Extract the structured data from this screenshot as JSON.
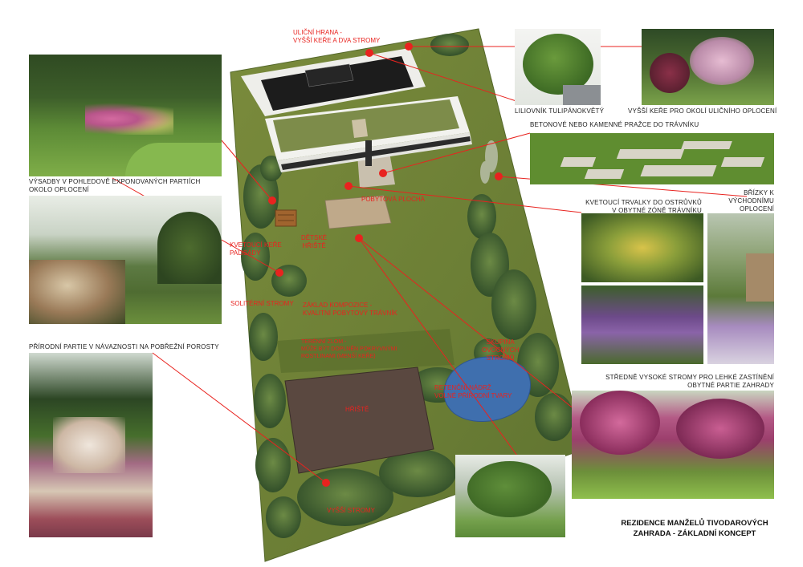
{
  "labels": {
    "street_edge": [
      "ULIČNÍ HRANA -",
      "VYŠŠÍ KEŘE A DVA STROMY"
    ],
    "lawn_plantings": [
      "VÝSADBY V POHLEDOVĚ EXPONOVANÝCH PARTIÍCH",
      "OKOLO OPLOCENÍ"
    ],
    "liriodendron": "LILIOVNÍK TULIPÁNOKVĚTÝ",
    "tall_shrubs": "VYŠŠÍ KEŘE PRO OKOLÍ ULIČNÍHO OPLOCENÍ",
    "pavers": "BETONOVÉ NEBO KAMENNÉ PRAŽCE DO TRÁVNÍKU",
    "birches": [
      "BŘÍZKY K",
      "VÝCHODNÍMU",
      "OPLOCENÍ"
    ],
    "perennials": [
      "KVETOUCÍ TRVALKY DO OSTRŮVKŮ",
      "V OBYTNÉ ZÓNĚ TRÁVNÍKU"
    ],
    "medium_trees": [
      "STŘEDNĚ VYSOKÉ STROMY PRO LEHKÉ ZASTÍNĚNÍ",
      "OBYTNÉ PARTIE ZAHRADY"
    ],
    "natural_parts": "PŘÍRODNÍ PARTIE V NÁVAZNOSTI NA POBŘEŽNÍ POROSTY",
    "title": [
      "REZIDENCE MANŽELŮ TIVODAROVÝCH",
      "ZAHRADA - ZÁKLADNÍ KONCEPT"
    ]
  },
  "plan_labels": {
    "terrace": "POBYTOVÁ PLOCHA",
    "playground": [
      "DĚTSKÉ",
      "HŘIŠTĚ"
    ],
    "flower_bed": [
      "KVETOUCÍ KEŘE",
      "PALISÁDY"
    ],
    "solitaire": "SOLITÉRNÍ STROMY",
    "lawn": [
      "ZÁKLAD KOMPOZICE -",
      "KVALITNÍ POBYTOVÝ TRÁVNÍK"
    ],
    "fruit": [
      "SKUPINA",
      "OVOCNÝCH",
      "STROMŮ"
    ],
    "terrain": [
      "TERÉNNÍ ZLOM -",
      "MŮŽE BÝT DOPLNĚN POKRYVNÝMI",
      "ROSTLINAMI (MENŠÍ KEŘE)"
    ],
    "pond": [
      "RETENČNÍ NÁDRŽ",
      "VOLNÉ PŘÍRODNÍ TVARY"
    ],
    "court": "HŘIŠTĚ",
    "tall_trees": "VYŠŠÍ STROMY"
  },
  "colors": {
    "accent_red": "#e8231f",
    "lawn": "#6a7d33",
    "tree": "#3f5c28",
    "pond": "#3f6fae",
    "court": "#5a4840"
  }
}
